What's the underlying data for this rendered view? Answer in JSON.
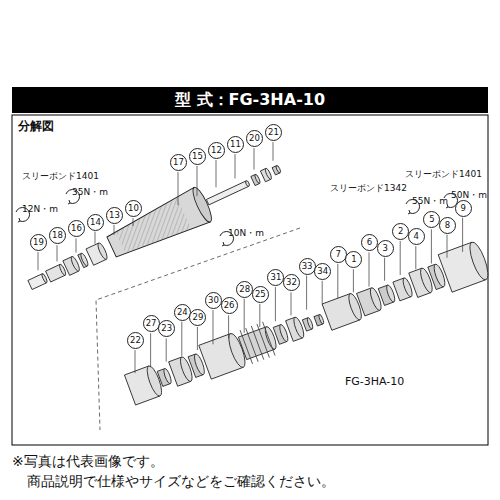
{
  "diagram": {
    "title": "型 式：FG-3HA-10",
    "labels": [
      "分解図",
      "17",
      "15",
      "12",
      "11",
      "20",
      "21",
      "スリーボンド1401",
      "12N・m",
      "35N・m",
      "19",
      "18",
      "16",
      "14",
      "13",
      "10",
      "10N・m",
      "スリーボンド1342",
      "スリーボンド1401",
      "55N・m",
      "50N・m",
      "22",
      "27",
      "23",
      "24",
      "29",
      "30",
      "26",
      "28",
      "25",
      "31",
      "32",
      "33",
      "34",
      "7",
      "1",
      "6",
      "3",
      "2",
      "4",
      "5",
      "8",
      "9",
      "FG-3HA-10",
      "※写真は代表画像です。",
      "商品説明で仕様やサイズなどをご確認ください。"
    ]
  }
}
